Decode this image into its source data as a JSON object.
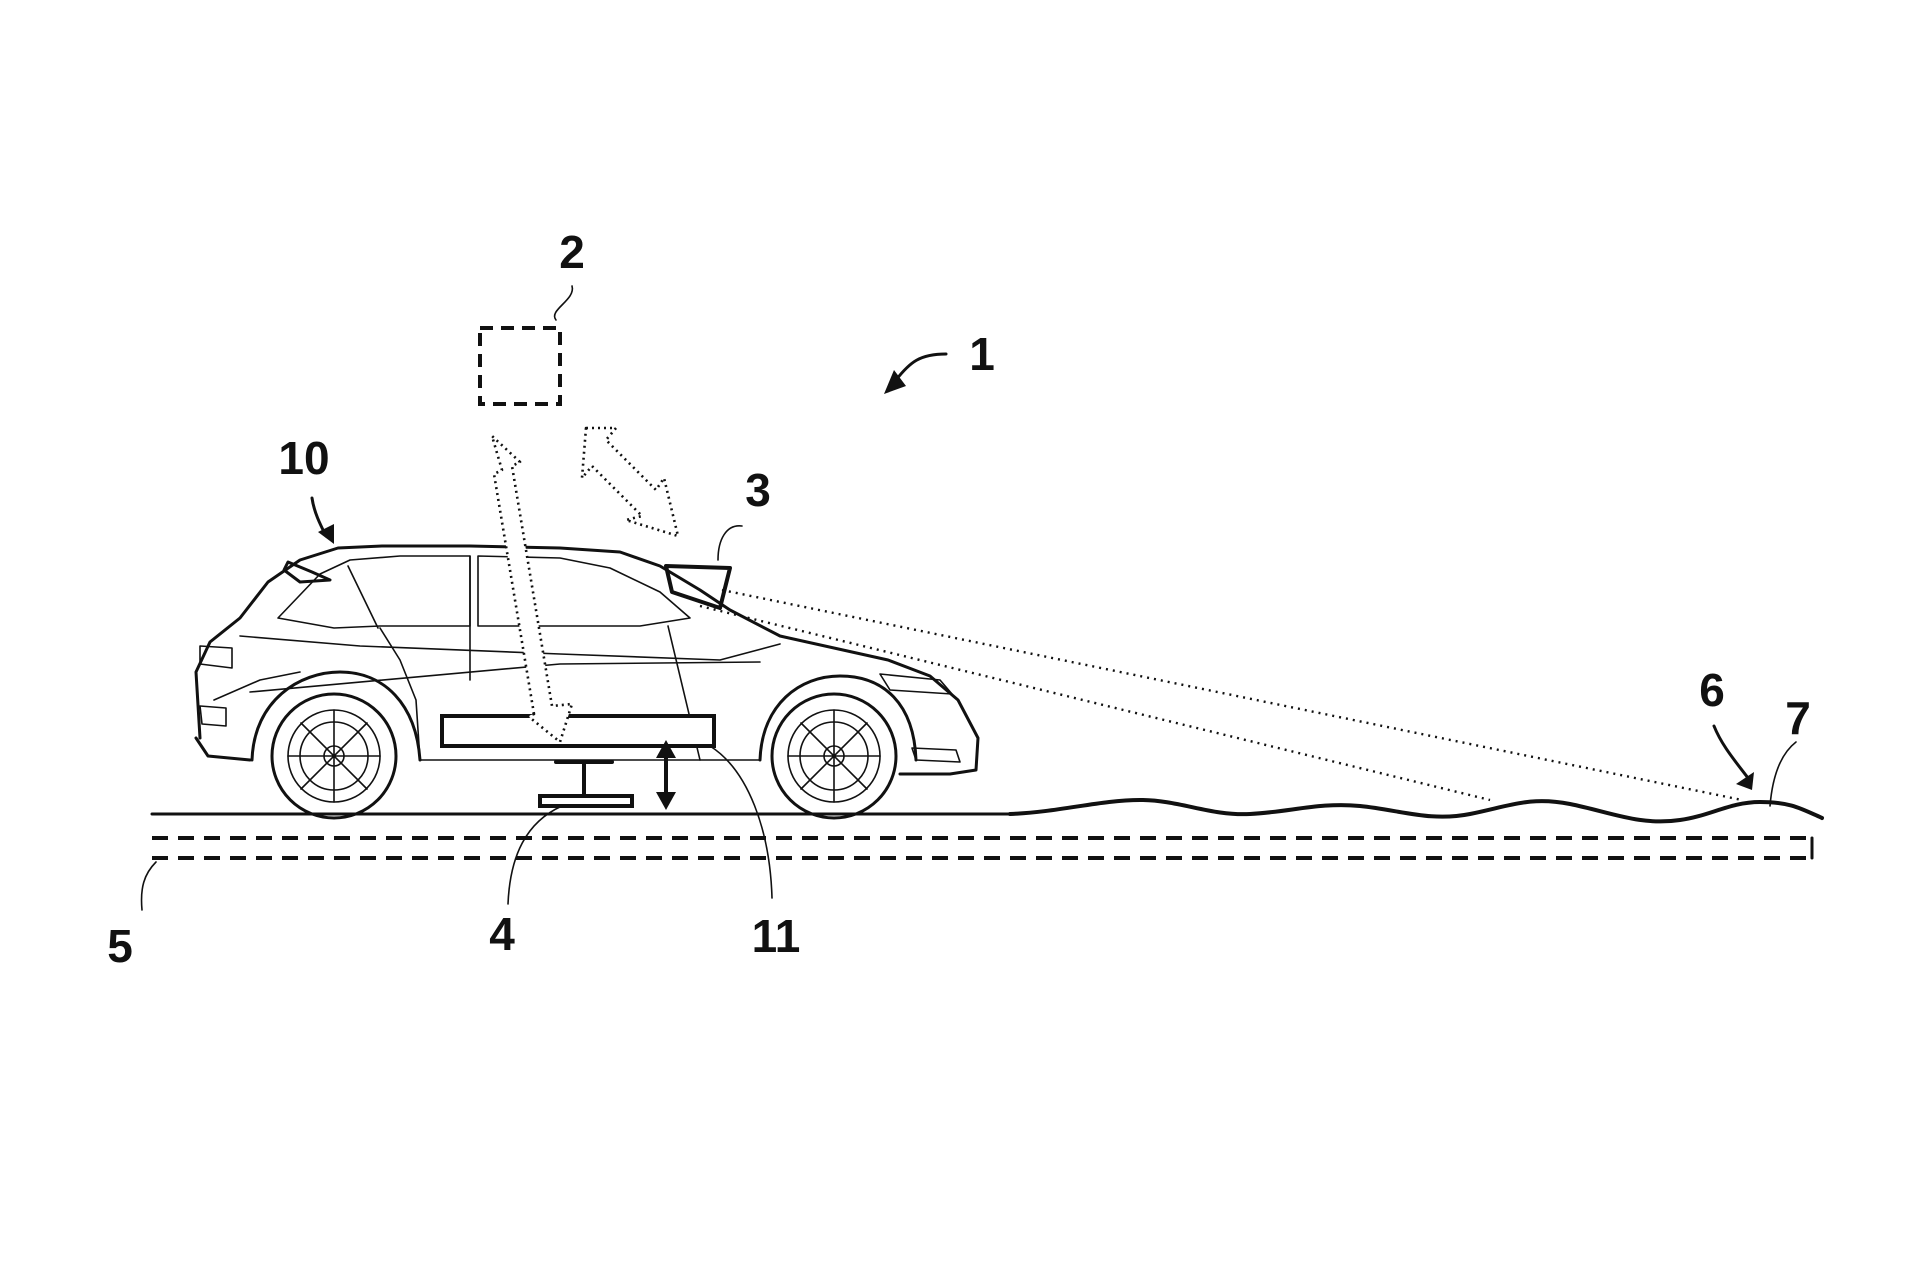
{
  "figure": {
    "labels": {
      "system": "1",
      "server": "2",
      "camera": "3",
      "charger": "4",
      "ground": "5",
      "obstacle": "6",
      "road_surface": "7",
      "vehicle": "10",
      "receiver_pad": "11"
    },
    "colors": {
      "line": "#111111",
      "background": "#ffffff"
    }
  }
}
